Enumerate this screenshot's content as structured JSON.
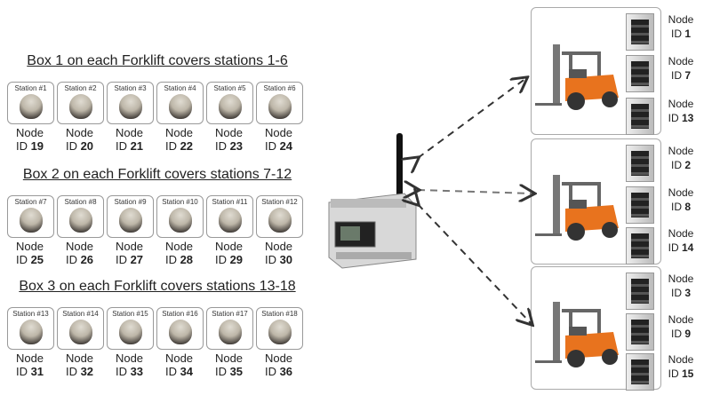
{
  "groups": [
    {
      "title": "Box 1 on each Forklift covers stations 1-6",
      "stations": [
        {
          "label": "Station #1",
          "node": "Node",
          "id": "19"
        },
        {
          "label": "Station #2",
          "node": "Node",
          "id": "20"
        },
        {
          "label": "Station #3",
          "node": "Node",
          "id": "21"
        },
        {
          "label": "Station #4",
          "node": "Node",
          "id": "22"
        },
        {
          "label": "Station #5",
          "node": "Node",
          "id": "23"
        },
        {
          "label": "Station #6",
          "node": "Node",
          "id": "24"
        }
      ]
    },
    {
      "title": "Box 2 on each Forklift covers stations 7-12",
      "stations": [
        {
          "label": "Station #7",
          "node": "Node",
          "id": "25"
        },
        {
          "label": "Station #8",
          "node": "Node",
          "id": "26"
        },
        {
          "label": "Station #9",
          "node": "Node",
          "id": "27"
        },
        {
          "label": "Station #10",
          "node": "Node",
          "id": "28"
        },
        {
          "label": "Station #11",
          "node": "Node",
          "id": "29"
        },
        {
          "label": "Station #12",
          "node": "Node",
          "id": "30"
        }
      ]
    },
    {
      "title": "Box 3 on each Forklift covers stations 13-18",
      "stations": [
        {
          "label": "Station #13",
          "node": "Node",
          "id": "31"
        },
        {
          "label": "Station #14",
          "node": "Node",
          "id": "32"
        },
        {
          "label": "Station #15",
          "node": "Node",
          "id": "33"
        },
        {
          "label": "Station #16",
          "node": "Node",
          "id": "34"
        },
        {
          "label": "Station #17",
          "node": "Node",
          "id": "35"
        },
        {
          "label": "Station #18",
          "node": "Node",
          "id": "36"
        }
      ]
    }
  ],
  "forklifts": [
    {
      "nodes": [
        {
          "node": "Node",
          "id": "1"
        },
        {
          "node": "Node",
          "id": "7"
        },
        {
          "node": "Node",
          "id": "13"
        }
      ]
    },
    {
      "nodes": [
        {
          "node": "Node",
          "id": "2"
        },
        {
          "node": "Node",
          "id": "8"
        },
        {
          "node": "Node",
          "id": "14"
        }
      ]
    },
    {
      "nodes": [
        {
          "node": "Node",
          "id": "3"
        },
        {
          "node": "Node",
          "id": "9"
        },
        {
          "node": "Node",
          "id": "15"
        }
      ]
    }
  ],
  "id_prefix": "ID",
  "colors": {
    "forklift": "#e8731e",
    "arrow": "#333333"
  }
}
